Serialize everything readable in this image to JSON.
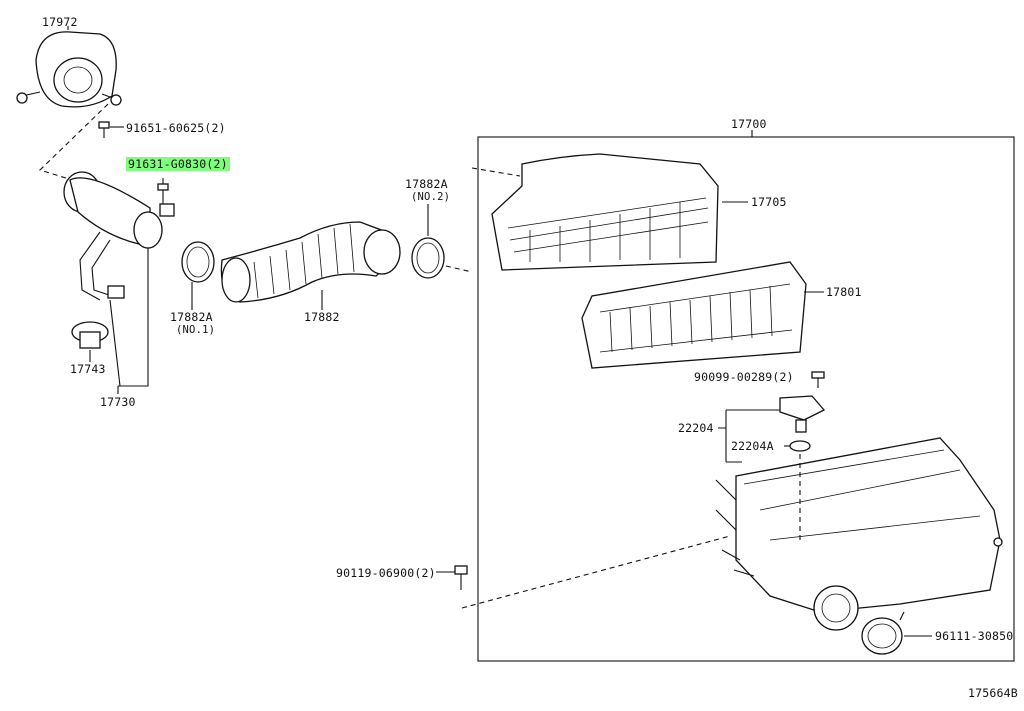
{
  "parts": {
    "p17972": "17972",
    "p91651": "91651-60625(2)",
    "p91631": "91631-G0830(2)",
    "p17743": "17743",
    "p17730": "17730",
    "p17882A_1": "17882A",
    "p17882A_1_sub": "(NO.1)",
    "p17882": "17882",
    "p17882A_2": "17882A",
    "p17882A_2_sub": "(NO.2)",
    "p17700": "17700",
    "p17705": "17705",
    "p17801": "17801",
    "p90099": "90099-00289(2)",
    "p22204": "22204",
    "p22204A": "22204A",
    "p90119": "90119-06900(2)",
    "p96111": "96111-30850"
  },
  "diagram_id": "175664B",
  "highlight_color": "#7dff7d"
}
